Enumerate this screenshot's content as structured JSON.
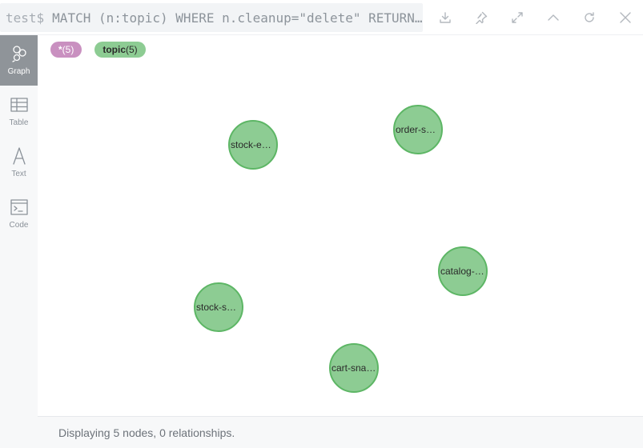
{
  "query": {
    "database": "test",
    "prompt_symbol": "$",
    "text": "MATCH (n:topic) WHERE n.cleanup=\"delete\" RETURN n"
  },
  "actions": [
    {
      "name": "download-icon"
    },
    {
      "name": "pin-icon"
    },
    {
      "name": "expand-icon"
    },
    {
      "name": "collapse-icon"
    },
    {
      "name": "rerun-icon"
    },
    {
      "name": "close-icon"
    }
  ],
  "sidebar": {
    "items": [
      {
        "label": "Graph",
        "icon": "graph-icon",
        "active": true
      },
      {
        "label": "Table",
        "icon": "table-icon",
        "active": false
      },
      {
        "label": "Text",
        "icon": "text-icon",
        "active": false
      },
      {
        "label": "Code",
        "icon": "code-icon",
        "active": false
      }
    ]
  },
  "labels": {
    "all": {
      "name": "*",
      "count": "(5)"
    },
    "topic": {
      "name": "topic",
      "count": "(5)"
    }
  },
  "colors": {
    "node_fill": "#8dcc93",
    "node_border": "#5db665",
    "all_pill": "#c990c0",
    "sidebar_active": "#8f9499"
  },
  "nodes": [
    {
      "label": "stock-events"
    },
    {
      "label": "order-snapshots"
    },
    {
      "label": "catalog-snapshots"
    },
    {
      "label": "stock-snapshots"
    },
    {
      "label": "cart-snapshots"
    }
  ],
  "footer": {
    "status": "Displaying 5 nodes, 0 relationships."
  }
}
